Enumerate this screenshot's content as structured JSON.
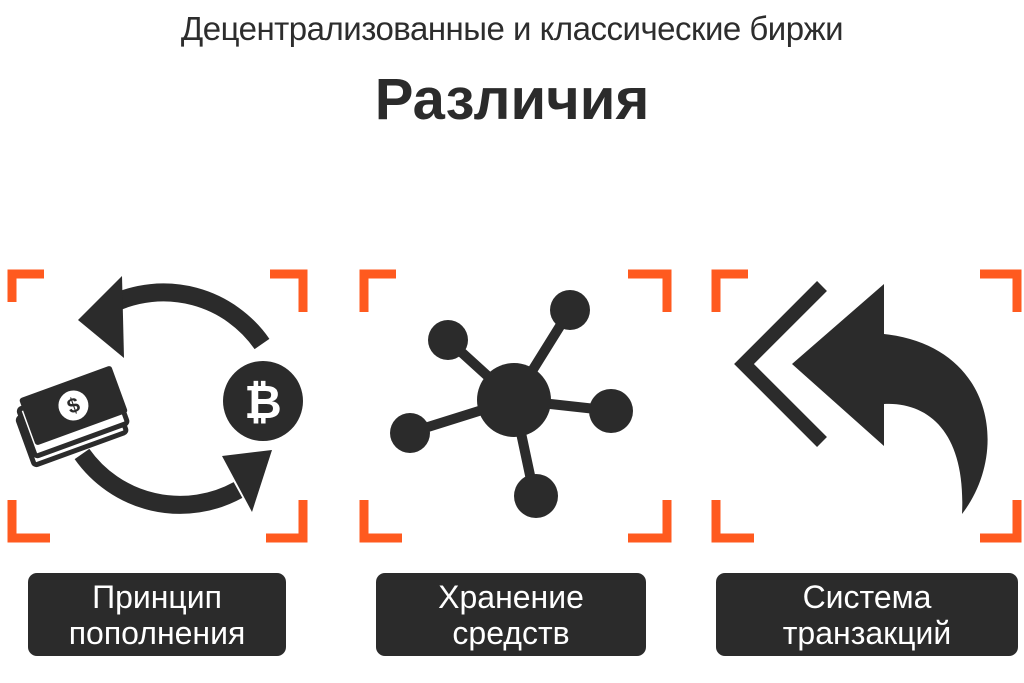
{
  "header": {
    "subtitle": "Децентрализованные и классические биржи",
    "title": "Различия"
  },
  "colors": {
    "accent": "#FF5A1F",
    "dark": "#2B2B2B",
    "background": "#FFFFFF"
  },
  "cards": [
    {
      "icon": "money-bitcoin-exchange-icon",
      "label_line1": "Принцип",
      "label_line2": "пополнения"
    },
    {
      "icon": "network-hub-icon",
      "label_line1": "Хранение",
      "label_line2": "средств"
    },
    {
      "icon": "reply-all-icon",
      "label_line1": "Система",
      "label_line2": "транзакций"
    }
  ]
}
